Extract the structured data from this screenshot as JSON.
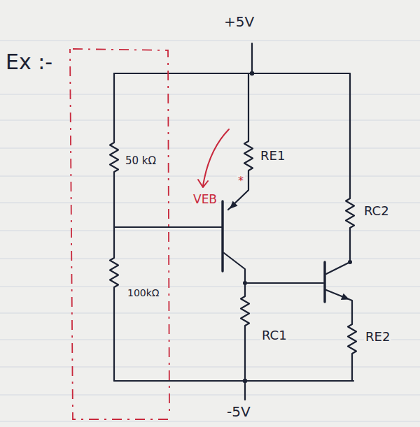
{
  "diagram": {
    "labels": [
      "Ex :-",
      "+5V",
      "50 kΩ",
      "RE1",
      "VEB",
      "*",
      "RC2",
      "100kΩ",
      "RC1",
      "RE2",
      "-5V"
    ]
  }
}
